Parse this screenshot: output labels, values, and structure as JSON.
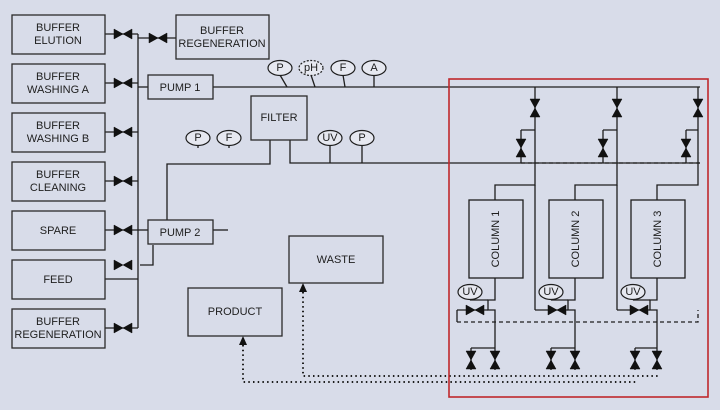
{
  "boxes": {
    "buffer_elution": [
      "BUFFER",
      "ELUTION"
    ],
    "buffer_washing_a": [
      "BUFFER",
      "WASHING A"
    ],
    "buffer_washing_b": [
      "BUFFER",
      "WASHING B"
    ],
    "buffer_cleaning": [
      "BUFFER",
      "CLEANING"
    ],
    "spare": [
      "SPARE"
    ],
    "feed": [
      "FEED"
    ],
    "buffer_regeneration_left": [
      "BUFFER",
      "REGENERATION"
    ],
    "buffer_regeneration_top": [
      "BUFFER",
      "REGENERATION"
    ],
    "pump1": [
      "PUMP 1"
    ],
    "pump2": [
      "PUMP 2"
    ],
    "filter": [
      "FILTER"
    ],
    "waste": [
      "WASTE"
    ],
    "product": [
      "PRODUCT"
    ]
  },
  "sensors": {
    "top_p": "P",
    "top_ph": "pH",
    "top_f": "F",
    "top_a": "A",
    "mid_p": "P",
    "mid_f": "F",
    "mid_uv": "UV",
    "mid_p2": "P",
    "col1_uv": "UV",
    "col2_uv": "UV",
    "col3_uv": "UV"
  },
  "columns": {
    "col1": "COLUMN 1",
    "col2": "COLUMN 2",
    "col3": "COLUMN 3"
  },
  "colors": {
    "background": "#d8dce9",
    "line": "#1e1e1e",
    "highlight_border": "#c0282c"
  }
}
